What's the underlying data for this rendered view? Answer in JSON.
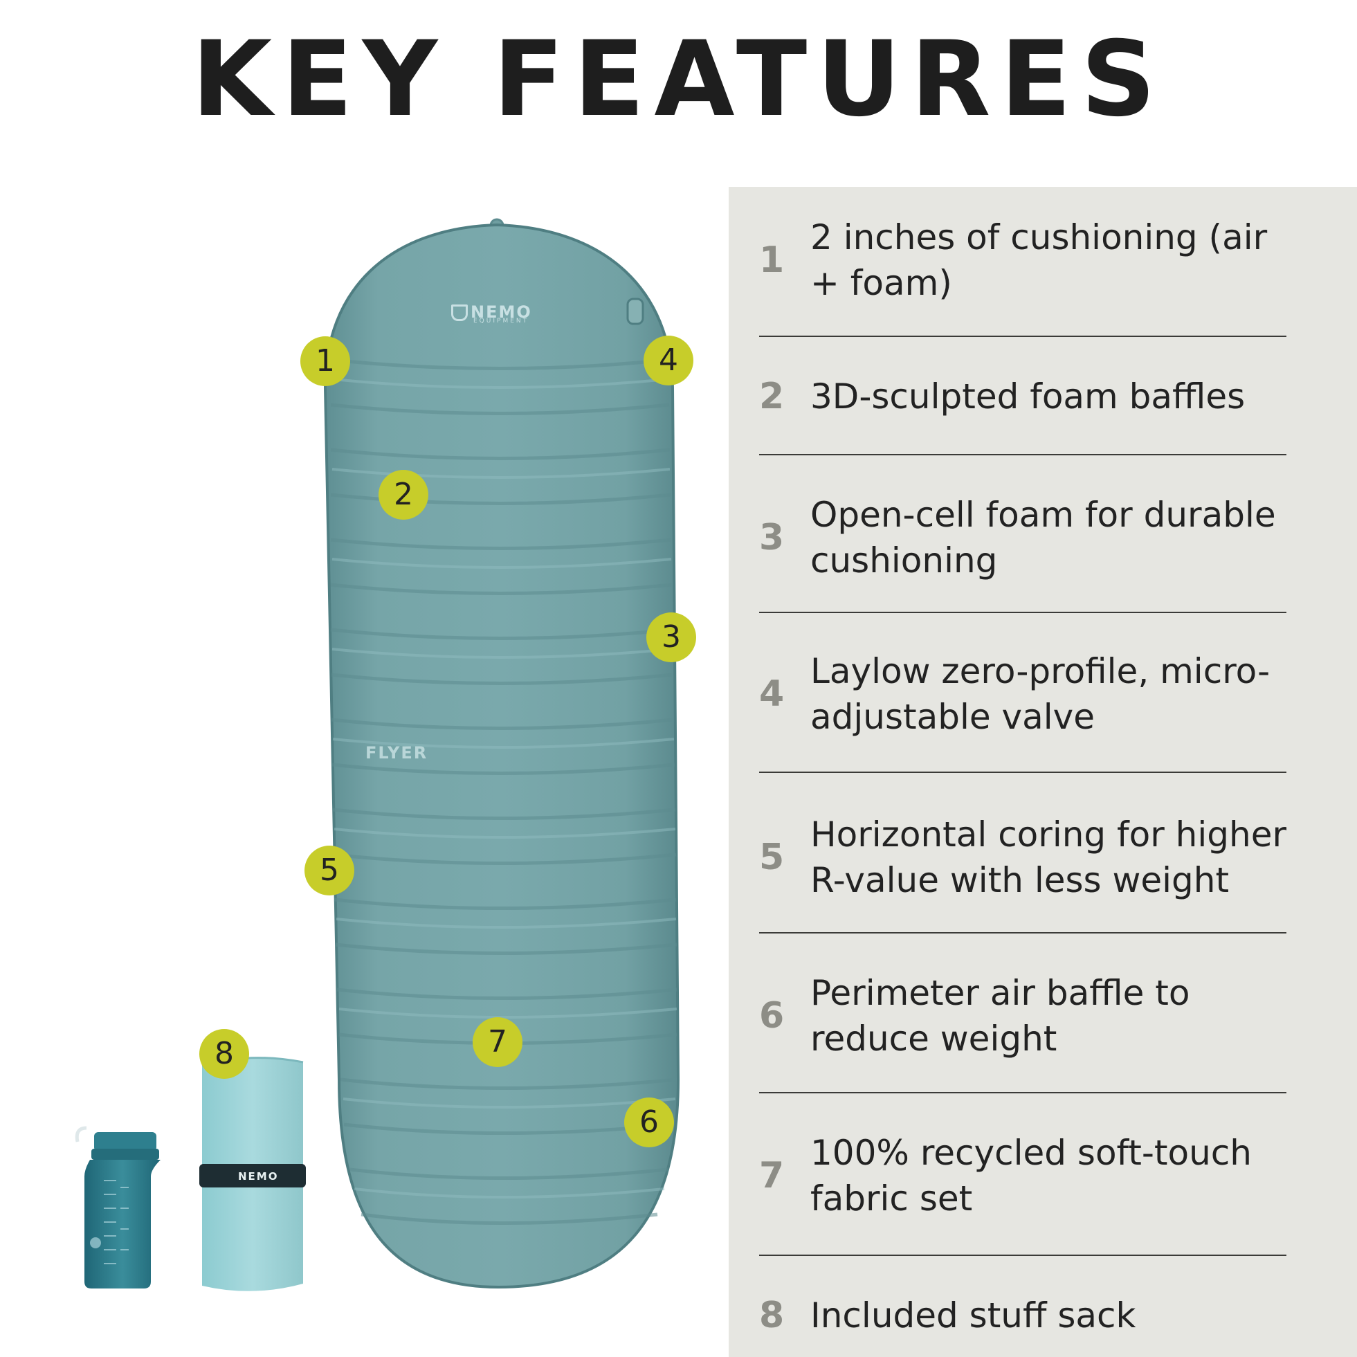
{
  "title": "KEY FEATURES",
  "features": [
    {
      "num": "1",
      "text": "2 inches of cushioning (air + foam)"
    },
    {
      "num": "2",
      "text": "3D-sculpted foam baffles"
    },
    {
      "num": "3",
      "text": "Open-cell foam for durable cushioning"
    },
    {
      "num": "4",
      "text": "Laylow zero-profile, micro-adjustable valve"
    },
    {
      "num": "5",
      "text": "Horizontal coring for higher R-value with less weight"
    },
    {
      "num": "6",
      "text": "Perimeter air baffle to reduce weight"
    },
    {
      "num": "7",
      "text": "100% recycled soft-touch fabric set"
    },
    {
      "num": "8",
      "text": "Included stuff sack"
    }
  ],
  "markers": [
    "1",
    "4",
    "2",
    "3",
    "5",
    "7",
    "6",
    "8"
  ],
  "pad_logo": {
    "brand": "NEMO",
    "sub": "EQUIPMENT"
  },
  "pad_model": "FLYER",
  "strap_logo": "NEMO",
  "colors": {
    "pad": "#6f9ea1",
    "pad_edge": "#5d8c90",
    "panel": "#e6e6e1",
    "marker": "#c7cd2a",
    "stuff_sack": "#9fd3d7",
    "bottle": "#2e7f8e"
  }
}
